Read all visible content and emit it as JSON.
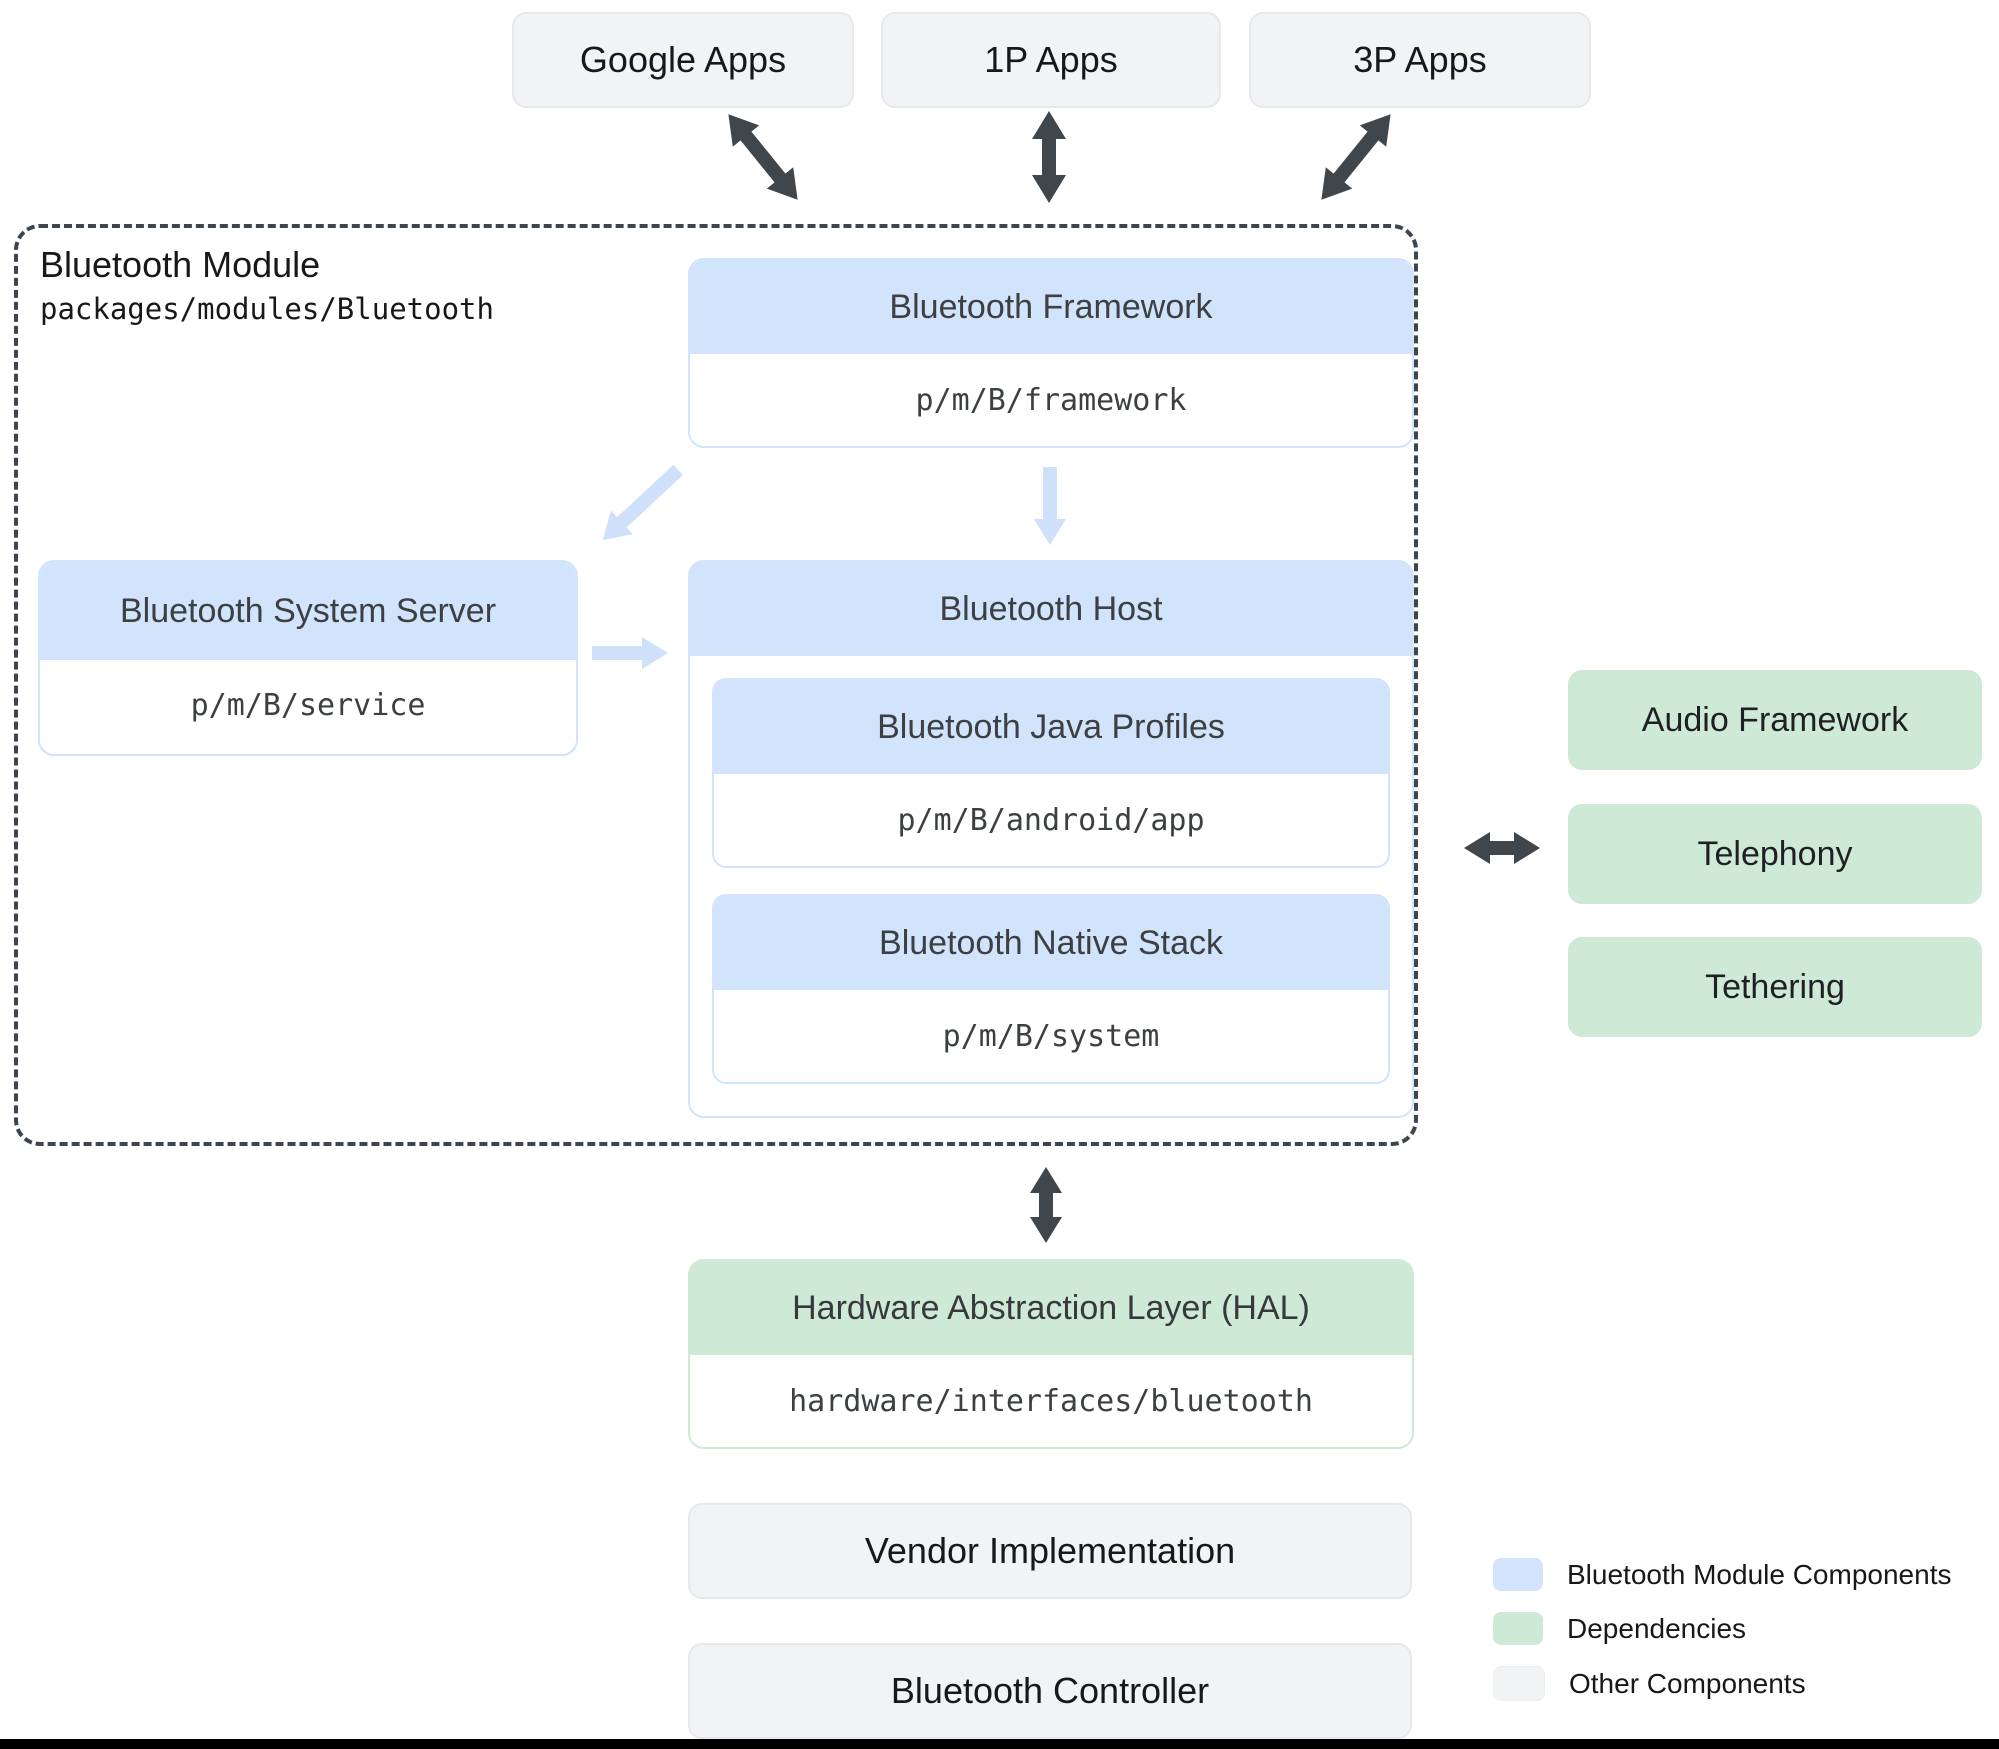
{
  "top_apps": [
    {
      "label": "Google Apps"
    },
    {
      "label": "1P Apps"
    },
    {
      "label": "3P Apps"
    }
  ],
  "module": {
    "title": "Bluetooth Module",
    "path": "packages/modules/Bluetooth",
    "framework": {
      "title": "Bluetooth Framework",
      "path": "p/m/B/framework"
    },
    "system_server": {
      "title": "Bluetooth System Server",
      "path": "p/m/B/service"
    },
    "host": {
      "title": "Bluetooth Host",
      "java_profiles": {
        "title": "Bluetooth Java Profiles",
        "path": "p/m/B/android/app"
      },
      "native_stack": {
        "title": "Bluetooth Native Stack",
        "path": "p/m/B/system"
      }
    }
  },
  "dependencies": [
    {
      "label": "Audio Framework"
    },
    {
      "label": "Telephony"
    },
    {
      "label": "Tethering"
    }
  ],
  "hal": {
    "title": "Hardware Abstraction Layer (HAL)",
    "path": "hardware/interfaces/bluetooth"
  },
  "other_components": [
    {
      "label": "Vendor Implementation"
    },
    {
      "label": "Bluetooth Controller"
    }
  ],
  "legend": [
    {
      "label": "Bluetooth Module Components",
      "color": "#d2e3fc"
    },
    {
      "label": "Dependencies",
      "color": "#ceead6"
    },
    {
      "label": "Other Components",
      "color": "#f1f3f4"
    }
  ],
  "colors": {
    "module_component_fill": "#d2e3fc",
    "dependency_fill": "#ceead6",
    "other_fill": "#f1f3f4",
    "dark_arrow": "#3f464c",
    "light_arrow": "#cfe0fa",
    "dashed_outline": "#3d464f"
  }
}
